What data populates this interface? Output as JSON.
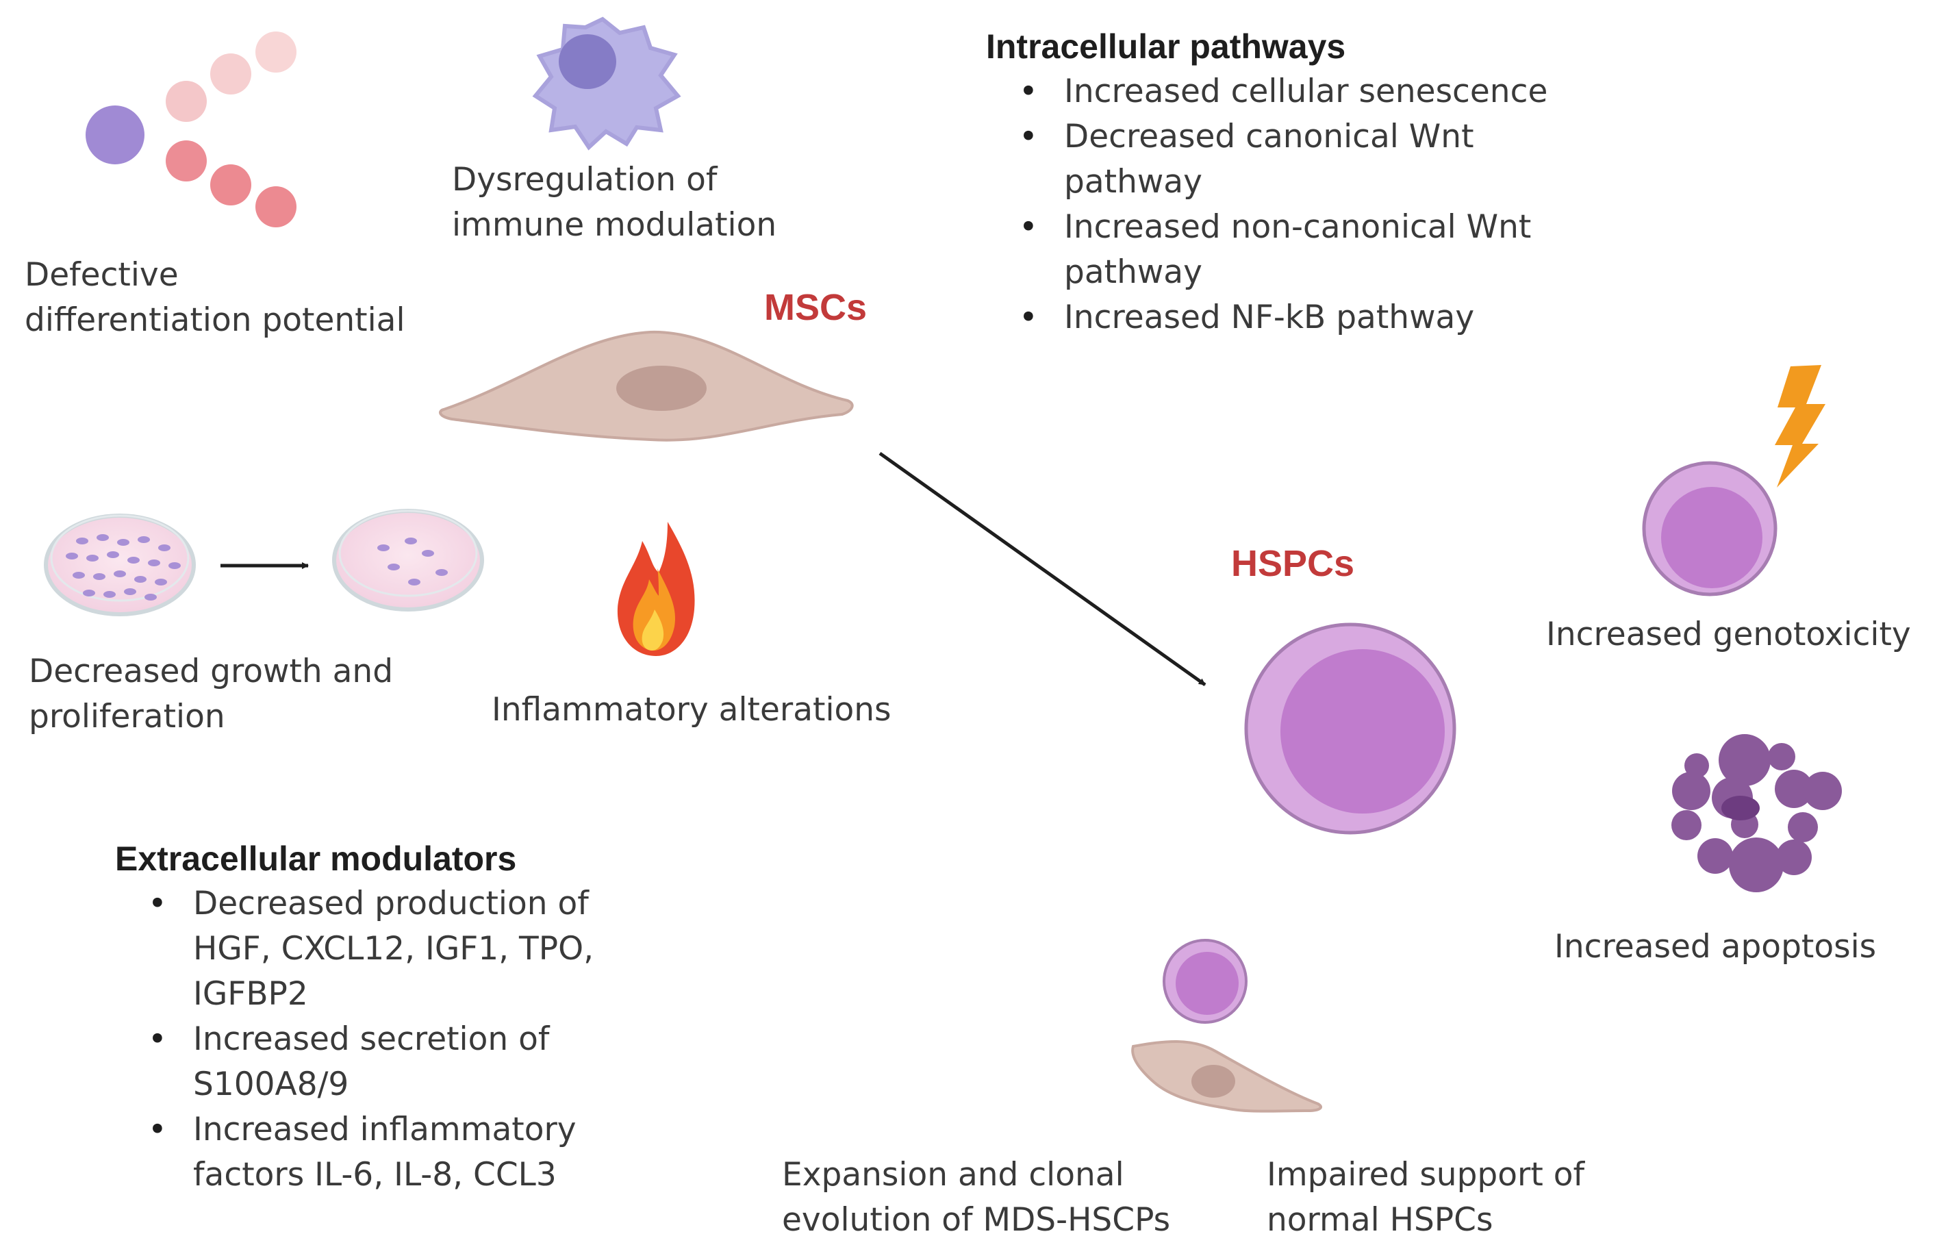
{
  "labels": {
    "mscs": "MSCs",
    "hspcs": "HSPCs",
    "defective_differentiation": [
      "Defective",
      "differentiation potential"
    ],
    "immune_dysregulation": [
      "Dysregulation of",
      "immune modulation"
    ],
    "decreased_growth": [
      "Decreased growth and",
      "proliferation"
    ],
    "inflammatory_alterations": "Inflammatory alterations",
    "increased_genotoxicity": "Increased genotoxicity",
    "increased_apoptosis": "Increased apoptosis",
    "expansion_clonal": [
      "Expansion and clonal",
      "evolution of MDS-HSCPs"
    ],
    "impaired_support": [
      "Impaired support of",
      "normal HSPCs"
    ]
  },
  "intracellular": {
    "title": "Intracellular pathways",
    "items": [
      [
        "Increased cellular senescence"
      ],
      [
        "Decreased canonical Wnt",
        "pathway"
      ],
      [
        "Increased non-canonical Wnt",
        "pathway"
      ],
      [
        "Increased NF-kB pathway"
      ]
    ]
  },
  "extracellular": {
    "title": "Extracellular modulators",
    "items": [
      [
        "Decreased production of",
        "HGF, CXCL12, IGF1, TPO,",
        "IGFBP2"
      ],
      [
        "Increased secretion of",
        "S100A8/9"
      ],
      [
        "Increased inflammatory",
        "factors IL-6, IL-8, CCL3"
      ]
    ]
  },
  "colors": {
    "accent_red": "#c23a3a",
    "cell_purple": "#d4a3df",
    "cell_nucleus": "#c07ccd",
    "msc_body": "#dcc2b8",
    "msc_nucleus": "#bf9e95",
    "lightning": "#f29a1f"
  }
}
